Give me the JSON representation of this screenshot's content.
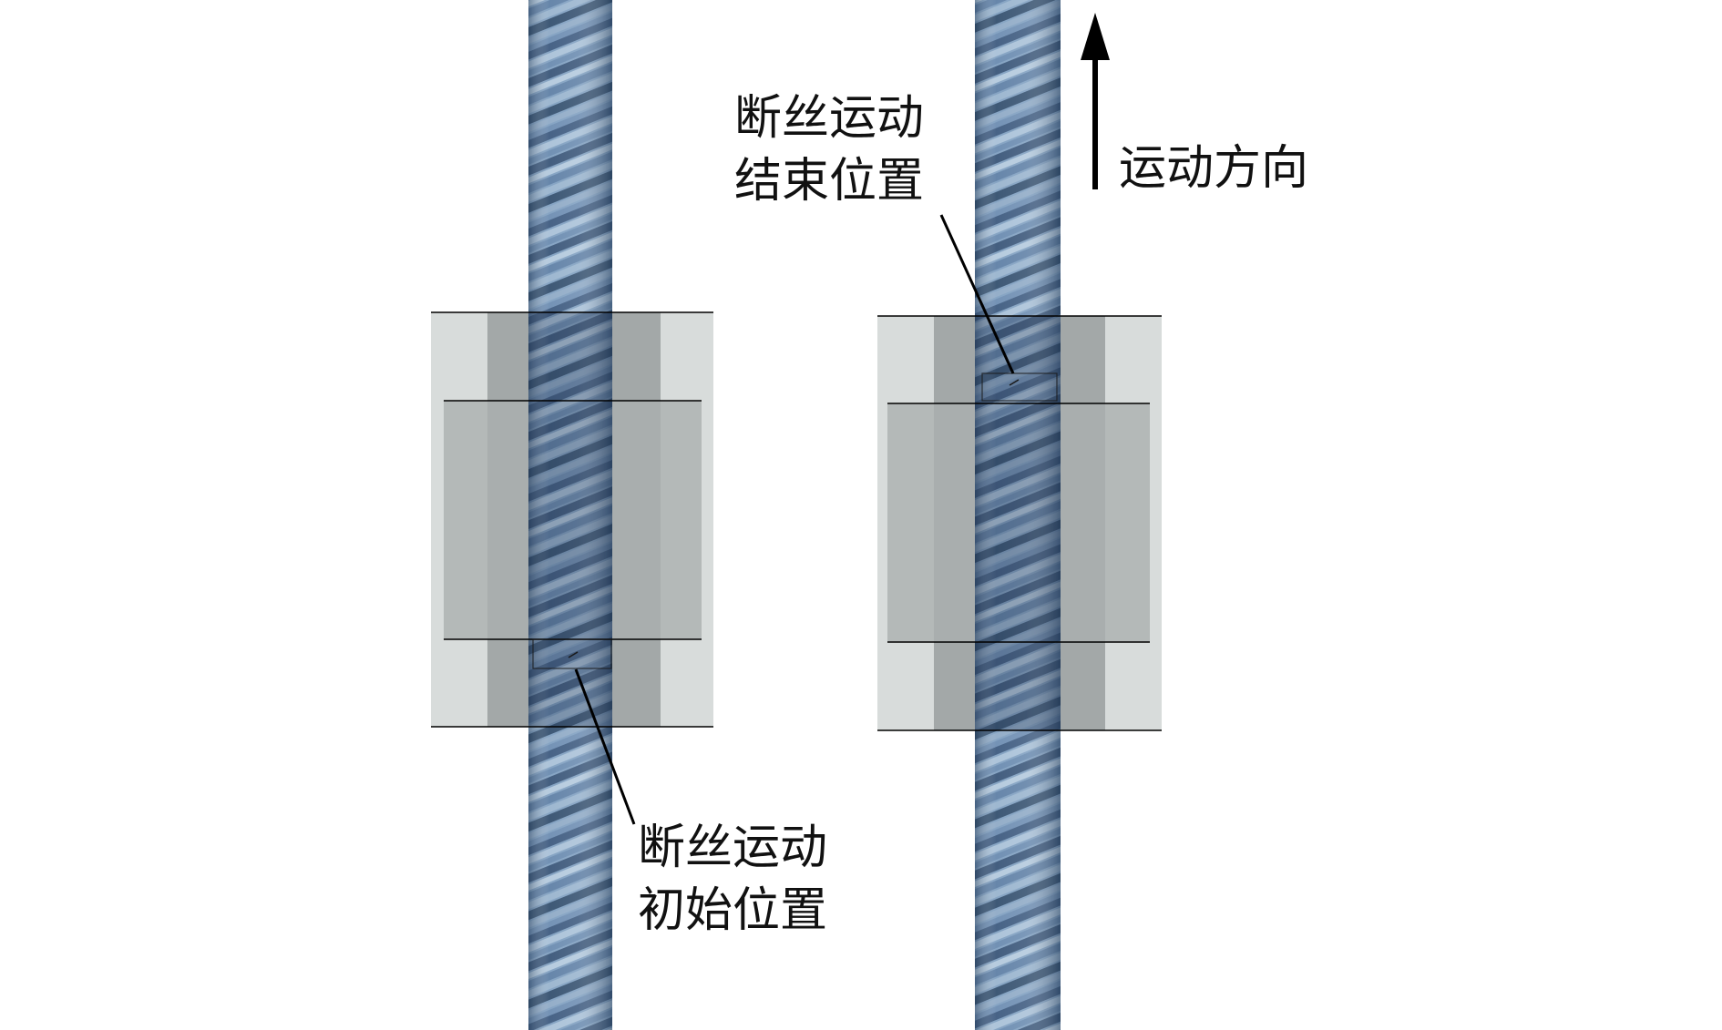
{
  "labels": {
    "start_line1": "断丝运动",
    "start_line2": "初始位置",
    "end_line1": "断丝运动",
    "end_line2": "结束位置",
    "direction": "运动方向"
  },
  "colors": {
    "rope_dark": "#3f5f86",
    "rope_mid": "#6f8fb3",
    "rope_light": "#9cb6cf",
    "collar_outer": "#d8dcdb",
    "collar_inner": "#a9aeae",
    "collar_band": "#b7bcbb",
    "line": "#000000"
  },
  "icons": {
    "direction_arrow": "arrow-up-icon"
  }
}
